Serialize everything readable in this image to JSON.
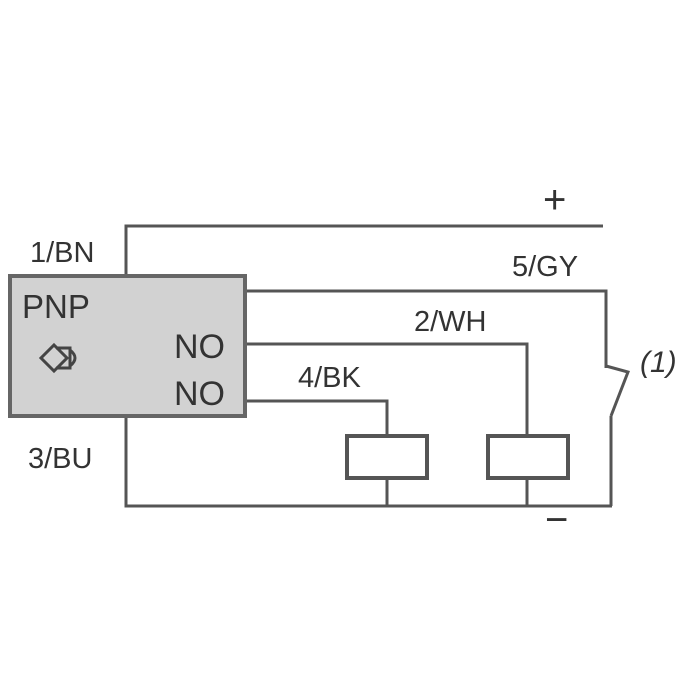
{
  "sensor": {
    "type_label": "PNP",
    "output_1_label": "NO",
    "output_2_label": "NO",
    "symbol_icon": "inductive-sensor-icon"
  },
  "wires": {
    "brown": "1/BN",
    "blue": "3/BU",
    "white": "2/WH",
    "black": "4/BK",
    "grey": "5/GY"
  },
  "supply": {
    "positive": "+",
    "negative": "−"
  },
  "footnote_marker": "(1)",
  "colors": {
    "line": "#555555",
    "sensor_fill": "#d2d2d2",
    "text": "#333333"
  }
}
